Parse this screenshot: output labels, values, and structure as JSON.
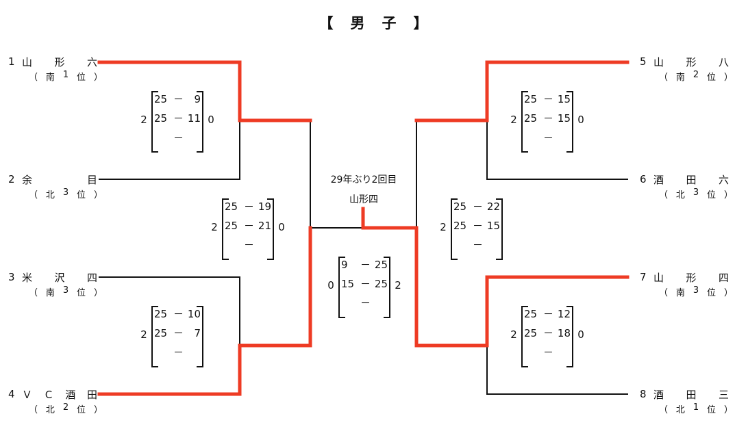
{
  "title": "【　男　子　】",
  "colors": {
    "winner_line": "#EE3B24",
    "line": "#111111"
  },
  "teams": [
    {
      "seed": "1",
      "name_chars": [
        "山",
        "形",
        "六"
      ],
      "rank_chars": [
        "（",
        "南",
        "1",
        "位",
        "）"
      ]
    },
    {
      "seed": "2",
      "name_chars": [
        "余",
        "目"
      ],
      "rank_chars": [
        "（",
        "北",
        "3",
        "位",
        "）"
      ]
    },
    {
      "seed": "3",
      "name_chars": [
        "米",
        "沢",
        "四"
      ],
      "rank_chars": [
        "（",
        "南",
        "3",
        "位",
        "）"
      ]
    },
    {
      "seed": "4",
      "name_chars": [
        "Ｖ",
        "Ｃ",
        "酒",
        "田"
      ],
      "rank_chars": [
        "（",
        "北",
        "2",
        "位",
        "）"
      ]
    },
    {
      "seed": "5",
      "name_chars": [
        "山",
        "形",
        "八"
      ],
      "rank_chars": [
        "（",
        "南",
        "2",
        "位",
        "）"
      ]
    },
    {
      "seed": "6",
      "name_chars": [
        "酒",
        "田",
        "六"
      ],
      "rank_chars": [
        "（",
        "北",
        "3",
        "位",
        "）"
      ]
    },
    {
      "seed": "7",
      "name_chars": [
        "山",
        "形",
        "四"
      ],
      "rank_chars": [
        "（",
        "南",
        "3",
        "位",
        "）"
      ]
    },
    {
      "seed": "8",
      "name_chars": [
        "酒",
        "田",
        "三"
      ],
      "rank_chars": [
        "（",
        "北",
        "1",
        "位",
        "）"
      ]
    }
  ],
  "matches": {
    "qf1": {
      "left_sets": "2",
      "right_sets": "0",
      "sets": [
        [
          "25",
          "9"
        ],
        [
          "25",
          "11"
        ],
        [
          "",
          ""
        ]
      ]
    },
    "qf2": {
      "left_sets": "2",
      "right_sets": "",
      "sets": [
        [
          "25",
          "10"
        ],
        [
          "25",
          "7"
        ],
        [
          "",
          ""
        ]
      ]
    },
    "qf3": {
      "left_sets": "2",
      "right_sets": "0",
      "sets": [
        [
          "25",
          "15"
        ],
        [
          "25",
          "15"
        ],
        [
          "",
          ""
        ]
      ]
    },
    "qf4": {
      "left_sets": "2",
      "right_sets": "0",
      "sets": [
        [
          "25",
          "12"
        ],
        [
          "25",
          "18"
        ],
        [
          "",
          ""
        ]
      ]
    },
    "sf1": {
      "left_sets": "2",
      "right_sets": "0",
      "sets": [
        [
          "25",
          "19"
        ],
        [
          "25",
          "21"
        ],
        [
          "",
          ""
        ]
      ]
    },
    "sf2": {
      "left_sets": "2",
      "right_sets": "",
      "sets": [
        [
          "25",
          "22"
        ],
        [
          "25",
          "15"
        ],
        [
          "",
          ""
        ]
      ]
    },
    "final": {
      "left_sets": "0",
      "right_sets": "2",
      "sets": [
        [
          "9",
          "25"
        ],
        [
          "15",
          "25"
        ],
        [
          "",
          ""
        ]
      ]
    }
  },
  "set_dash": "－",
  "champion": {
    "note": "29年ぶり2回目",
    "name": "山形四"
  }
}
